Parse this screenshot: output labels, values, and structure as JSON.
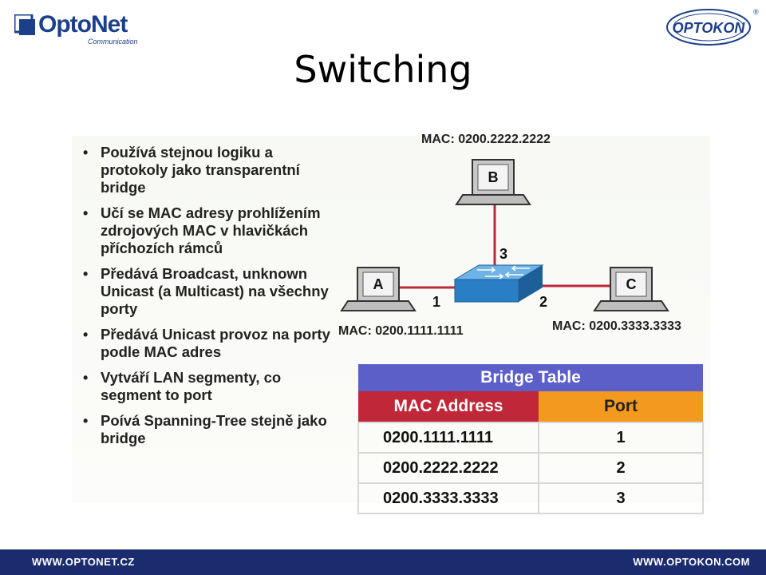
{
  "logos": {
    "left_name": "OptoNet",
    "left_sub": "Communication",
    "right_name": "OPTOKON",
    "right_reg": "®"
  },
  "title": "Switching",
  "bullets": [
    "Používá stejnou logiku a protokoly jako transparentní bridge",
    "Učí se MAC adresy prohlížením zdrojových MAC v hlavičkách příchozích rámců",
    "Předává Broadcast, unknown Unicast (a Multicast) na všechny porty",
    "Předává Unicast provoz na porty podle MAC adres",
    "Vytváří LAN segmenty, co segment to port",
    "Poívá Spanning-Tree stejně jako bridge"
  ],
  "network": {
    "hosts": {
      "a": {
        "label": "A",
        "mac": "MAC: 0200.1111.1111",
        "port": "1"
      },
      "b": {
        "label": "B",
        "mac": "MAC: 0200.2222.2222",
        "port": "3"
      },
      "c": {
        "label": "C",
        "mac": "MAC: 0200.3333.3333",
        "port": "2"
      }
    },
    "colors": {
      "link": "#c0283a",
      "switch": "#2a7fc4"
    }
  },
  "bridge_table": {
    "title": "Bridge Table",
    "col_mac": "MAC Address",
    "col_port": "Port",
    "rows": [
      {
        "mac": "0200.1111.1111",
        "port": "1"
      },
      {
        "mac": "0200.2222.2222",
        "port": "2"
      },
      {
        "mac": "0200.3333.3333",
        "port": "3"
      }
    ],
    "colors": {
      "title_bg": "#5b5fc7",
      "mac_head": "#c0283a",
      "port_head": "#f39a1e"
    }
  },
  "footer": {
    "left": "WWW.OPTONET.CZ",
    "right": "WWW.OPTOKON.COM"
  }
}
